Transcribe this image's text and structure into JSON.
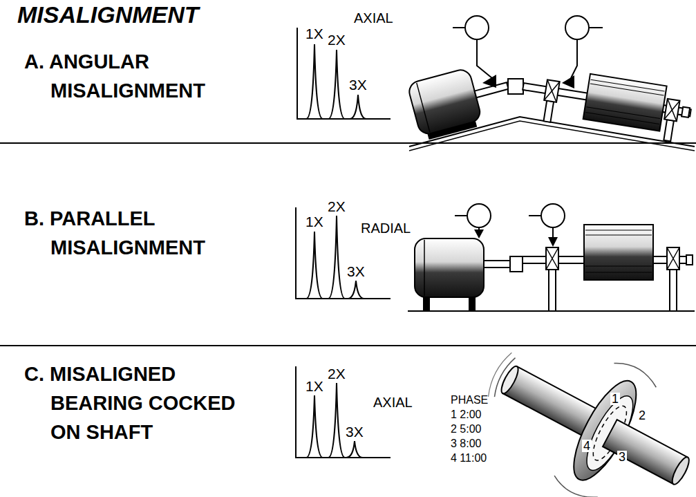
{
  "diagram": {
    "title": "MISALIGNMENT",
    "labels": [
      "A. ANGULAR MISALIGNMENT",
      "1X",
      "2X",
      "AXIAL",
      "3X",
      "B. PARALLEL MISALIGNMENT",
      "1X",
      "2X",
      "RADIAL",
      "3X",
      "C. MISALIGNED BEARING COCKED ON SHAFT",
      "1X",
      "2X",
      "AXIAL",
      "3X",
      "PHASE",
      "1 2:00",
      "2 5:00",
      "3 8:00",
      "4 11:00",
      "1",
      "2",
      "3",
      "4"
    ]
  }
}
